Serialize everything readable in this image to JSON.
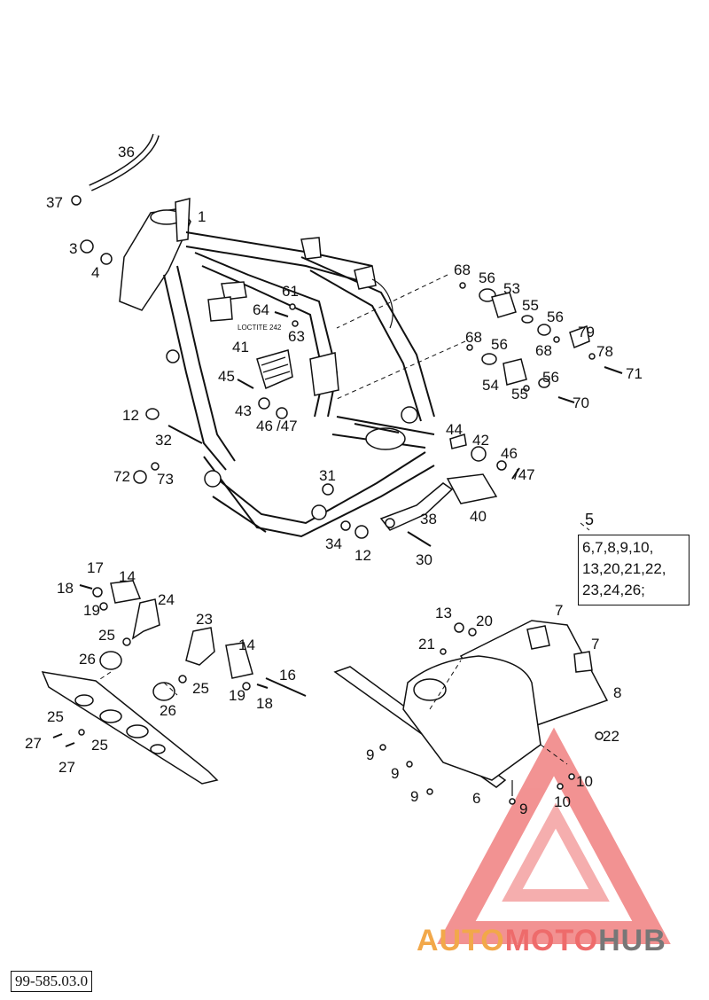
{
  "diagram": {
    "loctite_note": "LOCTITE 242",
    "kit": {
      "number": "5",
      "contents_lines": [
        "6,7,8,9,10,",
        "13,20,21,22,",
        "23,24,26;"
      ]
    },
    "reference_code": "99-585.03.0",
    "labels": [
      {
        "id": "l36",
        "text": "36"
      },
      {
        "id": "l37",
        "text": "37"
      },
      {
        "id": "l1",
        "text": "1"
      },
      {
        "id": "l3",
        "text": "3"
      },
      {
        "id": "l4",
        "text": "4"
      },
      {
        "id": "l68a",
        "text": "68"
      },
      {
        "id": "l56a",
        "text": "56"
      },
      {
        "id": "l53",
        "text": "53"
      },
      {
        "id": "l61",
        "text": "61"
      },
      {
        "id": "l55a",
        "text": "55"
      },
      {
        "id": "l56b",
        "text": "56"
      },
      {
        "id": "l64",
        "text": "64"
      },
      {
        "id": "l63",
        "text": "63"
      },
      {
        "id": "l79",
        "text": "79"
      },
      {
        "id": "l68b",
        "text": "68"
      },
      {
        "id": "l56c",
        "text": "56"
      },
      {
        "id": "l78",
        "text": "78"
      },
      {
        "id": "l68c",
        "text": "68"
      },
      {
        "id": "l41",
        "text": "41"
      },
      {
        "id": "l71",
        "text": "71"
      },
      {
        "id": "l56d",
        "text": "56"
      },
      {
        "id": "l54",
        "text": "54"
      },
      {
        "id": "l45",
        "text": "45"
      },
      {
        "id": "l55b",
        "text": "55"
      },
      {
        "id": "l70",
        "text": "70"
      },
      {
        "id": "l43",
        "text": "43"
      },
      {
        "id": "l46a",
        "text": "46"
      },
      {
        "id": "l47a",
        "text": "/47"
      },
      {
        "id": "l12a",
        "text": "12"
      },
      {
        "id": "l44",
        "text": "44"
      },
      {
        "id": "l32",
        "text": "32"
      },
      {
        "id": "l42",
        "text": "42"
      },
      {
        "id": "l46b",
        "text": "46"
      },
      {
        "id": "l47b",
        "text": "/47"
      },
      {
        "id": "l72",
        "text": "72"
      },
      {
        "id": "l73",
        "text": "73"
      },
      {
        "id": "l31",
        "text": "31"
      },
      {
        "id": "l38",
        "text": "38"
      },
      {
        "id": "l40",
        "text": "40"
      },
      {
        "id": "l34",
        "text": "34"
      },
      {
        "id": "l12b",
        "text": "12"
      },
      {
        "id": "l30",
        "text": "30"
      },
      {
        "id": "l17",
        "text": "17"
      },
      {
        "id": "l14a",
        "text": "14"
      },
      {
        "id": "l18a",
        "text": "18"
      },
      {
        "id": "l24",
        "text": "24"
      },
      {
        "id": "l19a",
        "text": "19"
      },
      {
        "id": "l13",
        "text": "13"
      },
      {
        "id": "l20",
        "text": "20"
      },
      {
        "id": "l7a",
        "text": "7"
      },
      {
        "id": "l23",
        "text": "23"
      },
      {
        "id": "l25a",
        "text": "25"
      },
      {
        "id": "l21",
        "text": "21"
      },
      {
        "id": "l7b",
        "text": "7"
      },
      {
        "id": "l14b",
        "text": "14"
      },
      {
        "id": "l26a",
        "text": "26"
      },
      {
        "id": "l16",
        "text": "16"
      },
      {
        "id": "l25b",
        "text": "25"
      },
      {
        "id": "l8",
        "text": "8"
      },
      {
        "id": "l19b",
        "text": "19"
      },
      {
        "id": "l18b",
        "text": "18"
      },
      {
        "id": "l26b",
        "text": "26"
      },
      {
        "id": "l25c",
        "text": "25"
      },
      {
        "id": "l22",
        "text": "22"
      },
      {
        "id": "l27a",
        "text": "27"
      },
      {
        "id": "l25d",
        "text": "25"
      },
      {
        "id": "l9a",
        "text": "9"
      },
      {
        "id": "l27b",
        "text": "27"
      },
      {
        "id": "l9b",
        "text": "9"
      },
      {
        "id": "l10a",
        "text": "10"
      },
      {
        "id": "l9c",
        "text": "9"
      },
      {
        "id": "l6",
        "text": "6"
      },
      {
        "id": "l10b",
        "text": "10"
      },
      {
        "id": "l9d",
        "text": "9"
      }
    ]
  },
  "watermark": {
    "part1": "AUTO",
    "part2": "MOTO",
    "part3": "HUB",
    "color1": "#f2a84a",
    "color2": "#ee6b6b",
    "color3": "#777777"
  }
}
